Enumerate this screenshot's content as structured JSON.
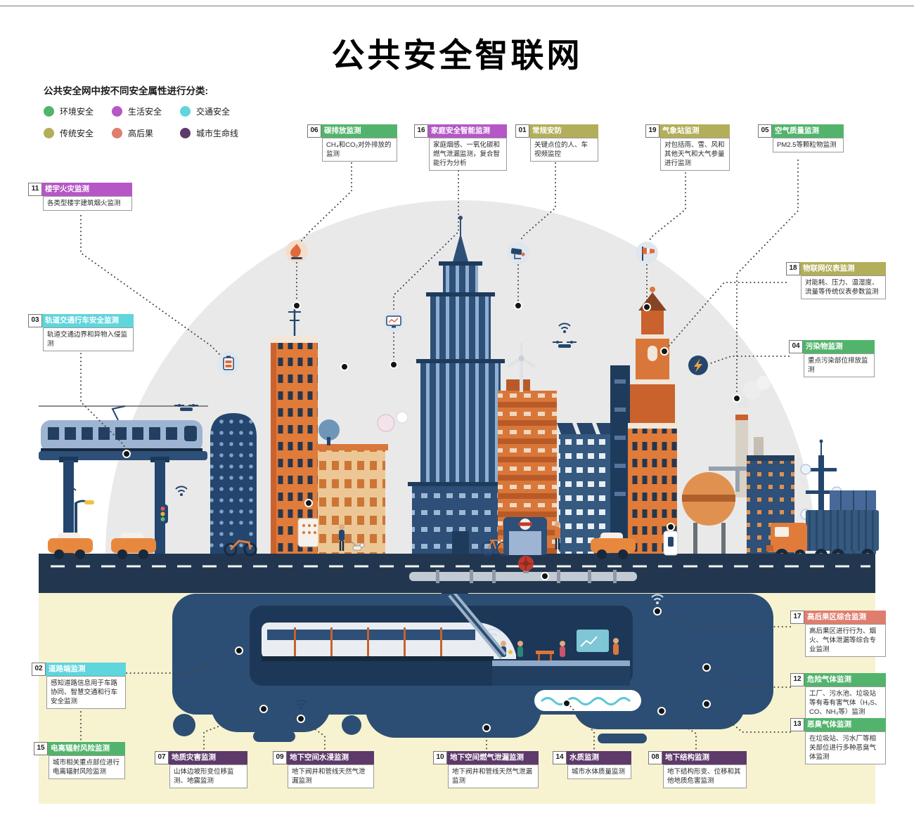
{
  "page": {
    "title": "公共安全智联网",
    "subtitle": "公共安全网中按不同安全属性进行分类:"
  },
  "legend": {
    "items": [
      {
        "label": "环境安全",
        "color": "#52b46c"
      },
      {
        "label": "生活安全",
        "color": "#b557c6"
      },
      {
        "label": "交通安全",
        "color": "#5fd5dc"
      },
      {
        "label": "传统安全",
        "color": "#b3ae5a"
      },
      {
        "label": "高后果",
        "color": "#df7d6e"
      },
      {
        "label": "城市生命线",
        "color": "#5d3a6a"
      }
    ]
  },
  "callouts": [
    {
      "num": "06",
      "title": "碳排放监测",
      "desc": "CH₄和CO₂对外排放的监测",
      "category": "环境安全",
      "color": "#52b46c"
    },
    {
      "num": "16",
      "title": "家庭安全智能监测",
      "desc": "家庭烟感、一氧化碳和燃气泄漏监测，复合智能行为分析",
      "category": "生活安全",
      "color": "#b557c6"
    },
    {
      "num": "01",
      "title": "常规安防",
      "desc": "关键点位的人、车视频监控",
      "category": "传统安全",
      "color": "#b3ae5a"
    },
    {
      "num": "19",
      "title": "气象站监测",
      "desc": "对包括雨、雪、风和其他天气和大气参量进行监测",
      "category": "传统安全",
      "color": "#b3ae5a"
    },
    {
      "num": "05",
      "title": "空气质量监测",
      "desc": "PM2.5等颗粒物监测",
      "category": "环境安全",
      "color": "#52b46c"
    },
    {
      "num": "11",
      "title": "楼宇火灾监测",
      "desc": "各类型楼宇建筑烟火监测",
      "category": "生活安全",
      "color": "#b557c6"
    },
    {
      "num": "03",
      "title": "轨道交通行车安全监测",
      "desc": "轨道交通边界和异物入侵监测",
      "category": "交通安全",
      "color": "#5fd5dc"
    },
    {
      "num": "18",
      "title": "物联网仪表监测",
      "desc": "对能耗、压力、温湿度、流量等传统仪表参数监测",
      "category": "传统安全",
      "color": "#b3ae5a"
    },
    {
      "num": "04",
      "title": "污染物监测",
      "desc": "重点污染部位排放监测",
      "category": "环境安全",
      "color": "#52b46c"
    },
    {
      "num": "17",
      "title": "高后果区综合监测",
      "desc": "高后果区进行行为、烟火、气体泄漏等综合专业监测",
      "category": "高后果",
      "color": "#df7d6e"
    },
    {
      "num": "12",
      "title": "危险气体监测",
      "desc": "工厂、污水池、垃圾站等有毒有害气体（H₂S、CO、NH₃等）监测",
      "category": "环境安全",
      "color": "#52b46c"
    },
    {
      "num": "13",
      "title": "恶臭气体监测",
      "desc": "在垃圾站、污水厂等相关部位进行多种恶臭气体监测",
      "category": "环境安全",
      "color": "#52b46c"
    },
    {
      "num": "02",
      "title": "道路端监测",
      "desc": "感知道路信息用于车路协同、智慧交通和行车安全监测",
      "category": "交通安全",
      "color": "#5fd5dc"
    },
    {
      "num": "15",
      "title": "电离辐射风险监测",
      "desc": "城市相关重点部位进行电离辐射风险监测",
      "category": "环境安全",
      "color": "#52b46c"
    },
    {
      "num": "07",
      "title": "地质灾害监测",
      "desc": "山体边坡形变位移监测、地震监测",
      "category": "城市生命线",
      "color": "#5d3a6a"
    },
    {
      "num": "09",
      "title": "地下空间水浸监测",
      "desc": "地下阀井和管线天然气泄漏监测",
      "category": "城市生命线",
      "color": "#5d3a6a"
    },
    {
      "num": "10",
      "title": "地下空间燃气泄漏监测",
      "desc": "地下阀井和管线天然气泄漏监测",
      "category": "城市生命线",
      "color": "#5d3a6a"
    },
    {
      "num": "14",
      "title": "水质监测",
      "desc": "城市水体质量监测",
      "category": "城市生命线",
      "color": "#5d3a6a"
    },
    {
      "num": "08",
      "title": "地下结构监测",
      "desc": "地下结构形变、位移和其他地质危害监测",
      "category": "城市生命线",
      "color": "#5d3a6a"
    }
  ],
  "icons": [
    "flame-icon",
    "monitor-icon",
    "cctv-camera-icon",
    "windsock-icon",
    "meter-icon",
    "power-icon",
    "wifi-icon",
    "drone-icon",
    "sensor-dot-icon",
    "wind-turbine-icon",
    "subway-roundel-icon"
  ]
}
